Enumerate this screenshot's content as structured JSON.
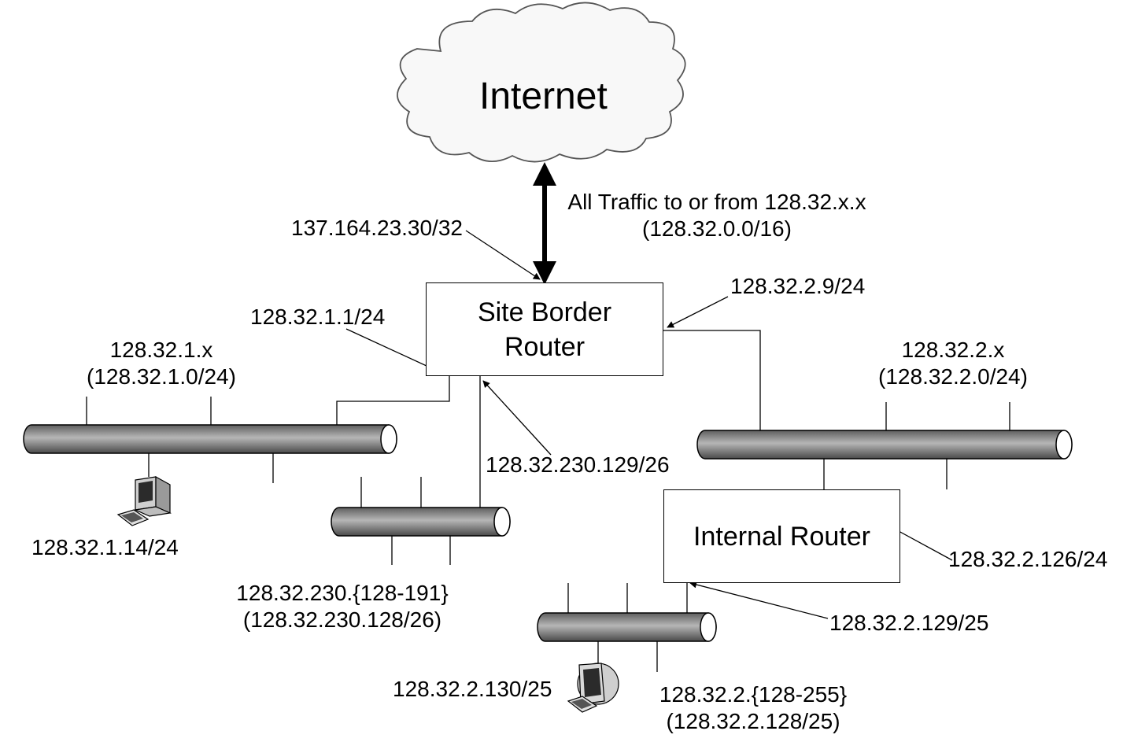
{
  "cloud": {
    "label": "Internet"
  },
  "uplink": {
    "line1": "All Traffic to or from 128.32.x.x",
    "line2": "(128.32.0.0/16)"
  },
  "routers": {
    "border": {
      "line1": "Site Border",
      "line2": "Router"
    },
    "internal": {
      "label": "Internal Router"
    }
  },
  "interfaces": {
    "border_external": "137.164.23.30/32",
    "border_net1": "128.32.1.1/24",
    "border_net2": "128.32.2.9/24",
    "border_net230": "128.32.230.129/26",
    "internal_upstream": "128.32.2.126/24",
    "internal_downstream": "128.32.2.129/25"
  },
  "networks": {
    "net1": {
      "line1": "128.32.1.x",
      "line2": "(128.32.1.0/24)"
    },
    "net2": {
      "line1": "128.32.2.x",
      "line2": "(128.32.2.0/24)"
    },
    "net230": {
      "line1": "128.32.230.{128-191}",
      "line2": "(128.32.230.128/26)"
    },
    "net2_128": {
      "line1": "128.32.2.{128-255}",
      "line2": "(128.32.2.128/25)"
    }
  },
  "hosts": {
    "host1": "128.32.1.14/24",
    "host2": "128.32.2.130/25"
  },
  "icons": {
    "cloud": "cloud-icon",
    "computer": "computer-icon",
    "bus": "ethernet-bus"
  }
}
